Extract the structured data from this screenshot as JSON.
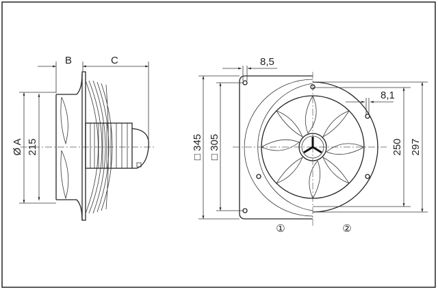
{
  "side_view": {
    "dim_b": "B",
    "dim_c": "C",
    "dim_diameter_a": "Ø A",
    "dim_215": "215"
  },
  "front_view": {
    "dim_8_5": "8,5",
    "dim_square_345": "□ 345",
    "dim_square_305": "□ 305",
    "dim_8_1": "8,1",
    "dim_250": "250",
    "dim_297": "297",
    "variant_1": "①",
    "variant_2": "②"
  }
}
